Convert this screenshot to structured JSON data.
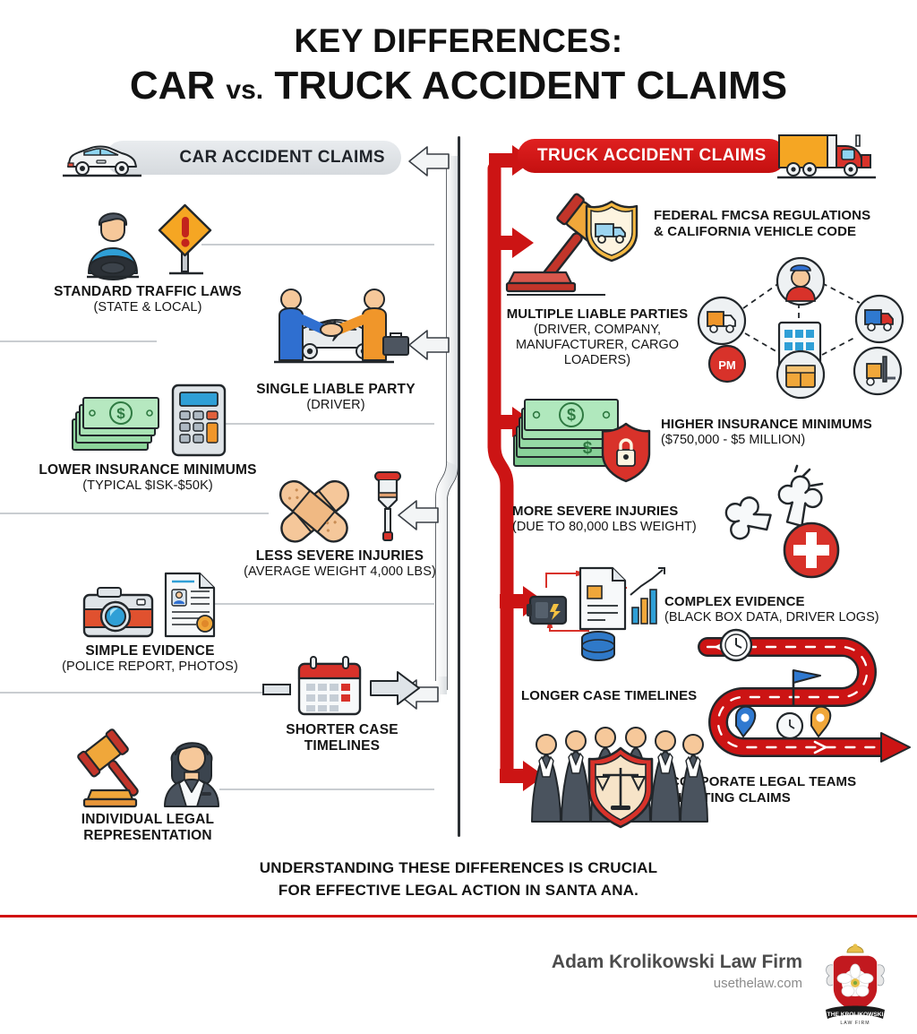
{
  "title": {
    "line1": "KEY DIFFERENCES:",
    "line2_a": "CAR ",
    "line2_vs": "vs.",
    "line2_b": " TRUCK ACCIDENT CLAIMS"
  },
  "colors": {
    "red": "#d11212",
    "red_dark": "#c41010",
    "gray_banner": "#d6dade",
    "divider": "#2b2f33",
    "text": "#141414",
    "connector": "#c9cdd1",
    "orange": "#f5a623",
    "brand_gray": "#4c4c4c"
  },
  "left_column": {
    "banner": {
      "label": "CAR ACCIDENT CLAIMS",
      "icon": "car-icon",
      "arrow": "left-arrow-icon"
    },
    "items": [
      {
        "label": "STANDARD TRAFFIC LAWS",
        "sub": "(STATE & LOCAL)",
        "icons": [
          "driver-icon",
          "warning-sign-icon"
        ]
      },
      {
        "label": "SINGLE LIABLE PARTY",
        "sub": "(DRIVER)",
        "icons": [
          "two-people-handshake-icon",
          "damaged-car-icon"
        ]
      },
      {
        "label": "LOWER INSURANCE MINIMUMS",
        "sub": "(TYPICAL $ISK-$50K)",
        "icons": [
          "cash-stack-icon",
          "calculator-icon"
        ]
      },
      {
        "label": "LESS SEVERE INJURIES",
        "sub": "(AVERAGE WEIGHT 4,000 LBS)",
        "icons": [
          "bandage-icon",
          "crutch-icon"
        ]
      },
      {
        "label": "SIMPLE EVIDENCE",
        "sub": "(POLICE REPORT, PHOTOS)",
        "icons": [
          "camera-icon",
          "police-report-icon"
        ]
      },
      {
        "label": "SHORTER CASE",
        "sub": "TIMELINES",
        "icons": [
          "calendar-icon",
          "short-arrow-icon"
        ]
      },
      {
        "label": "INDIVIDUAL LEGAL",
        "sub": "REPRESENTATION",
        "icons": [
          "gavel-icon",
          "lawyer-woman-icon"
        ]
      }
    ]
  },
  "right_column": {
    "banner": {
      "label": "TRUCK ACCIDENT CLAIMS",
      "icon": "semi-truck-icon",
      "arrow": "right-arrow-icon"
    },
    "items": [
      {
        "label": "FEDERAL FMCSA REGULATIONS",
        "sub": "& CALIFORNIA VEHICLE CODE",
        "icons": [
          "gavel-icon",
          "truck-badge-icon"
        ]
      },
      {
        "label": "MULTIPLE LIABLE PARTIES",
        "sub": "(DRIVER, COMPANY,\nMANUFACTURER, CARGO\nLOADERS)",
        "icons": [
          "network-nodes-icon",
          "company-building-icon",
          "driver-avatar-icon",
          "cargo-box-icon",
          "forklift-icon"
        ]
      },
      {
        "label": "HIGHER INSURANCE MINIMUMS",
        "sub": "($750,000 - $5 MILLION)",
        "icons": [
          "cash-stack-icon",
          "shield-lock-icon"
        ]
      },
      {
        "label": "MORE SEVERE INJURIES",
        "sub": "(DUE TO 80,000 LBS WEIGHT)",
        "icons": [
          "broken-bone-icon",
          "medical-cross-icon"
        ]
      },
      {
        "label": "COMPLEX EVIDENCE",
        "sub": "(BLACK BOX DATA, DRIVER LOGS)",
        "icons": [
          "black-box-icon",
          "document-chart-icon",
          "database-icon"
        ]
      },
      {
        "label": "LONGER CASE TIMELINES",
        "sub": "",
        "icons": [
          "winding-road-icon",
          "clock-icon",
          "flag-icon",
          "map-pin-icon"
        ]
      },
      {
        "label": "CORPORATE LEGAL TEAMS",
        "sub": "FIGHTING CLAIMS",
        "icons": [
          "legal-team-group-icon",
          "scales-shield-icon"
        ]
      }
    ]
  },
  "footer": {
    "note_line1": "UNDERSTANDING THESE DIFFERENCES IS CRUCIAL",
    "note_line2": "FOR EFFECTIVE LEGAL ACTION IN SANTA ANA.",
    "brand_name": "Adam Krolikowski Law Firm",
    "brand_url": "usethelaw.com",
    "crest_top_text": "THE KROLIKOWSKI",
    "crest_bottom_text": "LAW FIRM"
  }
}
